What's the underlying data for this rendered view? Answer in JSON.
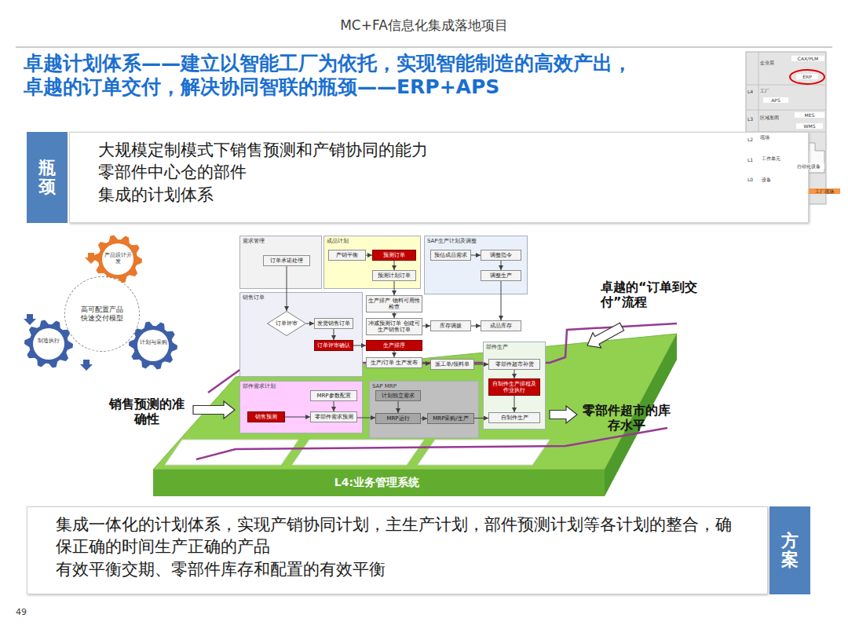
{
  "diagram": {
    "title": "卓越计划体系——建立以智能工厂为依托，实现智能制造的高效产出，卓越的订单交付，解决协同智联的瓶颈——ERP+APS",
    "nodes": [
      {
        "text": [
          "瓶颈"
        ]
      },
      {
        "text": [
          "大规模定制模式下销售预测和产销协同的能力",
          "零部件中心仓的部件",
          "集成的计划体系"
        ]
      },
      {
        "text": [
          "高可配置产品快速交付模型"
        ]
      },
      {
        "text": [
          "需求管理"
        ]
      },
      {
        "text": [
          "订单承诺处理"
        ],
        "in": 3
      },
      {
        "text": [
          "成品计划"
        ]
      },
      {
        "text": [
          "产销平衡"
        ],
        "in": 5
      },
      {
        "text": [
          "预测订单"
        ],
        "in": 5
      },
      {
        "text": [
          "预测计划订单"
        ],
        "in": 5
      },
      {
        "text": [
          "SAP生产计划及调整"
        ]
      },
      {
        "text": [
          "预估成品需求"
        ],
        "in": 9
      },
      {
        "text": [
          "调整指令"
        ],
        "in": 9
      },
      {
        "text": [
          "调整生产"
        ],
        "in": 9
      },
      {
        "text": [
          "销售订单"
        ]
      },
      {
        "text": [
          "订单评审"
        ],
        "in": 13
      },
      {
        "text": [
          "发货销售订单"
        ],
        "in": 13
      },
      {
        "text": [
          "订单评审确认"
        ],
        "in": 13
      },
      {
        "text": [
          "生产排产 物料可用性检查"
        ]
      },
      {
        "text": [
          "冲减预测订单 创建可生产销售订单"
        ]
      },
      {
        "text": [
          "库存调拨"
        ]
      },
      {
        "text": [
          "成品库存"
        ]
      },
      {
        "text": [
          "生产排序"
        ]
      },
      {
        "text": [
          "生产/订单 生产发布"
        ]
      },
      {
        "text": [
          "派工单/领料单"
        ]
      },
      {
        "text": [
          "部件生产"
        ]
      },
      {
        "text": [
          "零部件超市补货"
        ],
        "in": 24
      },
      {
        "text": [
          "自制件生产排程及作业执行"
        ],
        "in": 24
      },
      {
        "text": [
          "自制件生产"
        ],
        "in": 24
      },
      {
        "text": [
          "部件需求计划"
        ]
      },
      {
        "text": [
          "销售预测"
        ],
        "in": 28
      },
      {
        "text": [
          "MRP参数配置"
        ],
        "in": 28
      },
      {
        "text": [
          "零部件需求预测"
        ],
        "in": 28
      },
      {
        "text": [
          "SAP MRP"
        ]
      },
      {
        "text": [
          "计划独立需求"
        ],
        "in": 32
      },
      {
        "text": [
          "MRP运行"
        ],
        "in": 32
      },
      {
        "text": [
          "MRP采购/生产"
        ],
        "in": 32
      },
      {
        "text": [
          "集成一体化的计划体系，实现产销协同计划，主生产计划，部件预测计划等各计划的整合，确保正确的时间生产正确的产品",
          "有效平衡交期、零部件库存和配置的有效平衡"
        ]
      },
      {
        "text": [
          "方案"
        ]
      }
    ],
    "edges": [
      {
        "from": 4,
        "to": 14,
        "arrow": "to"
      },
      {
        "from": 6,
        "to": 7,
        "arrow": "to"
      },
      {
        "from": 7,
        "to": 8,
        "arrow": "to"
      },
      {
        "from": 8,
        "to": 17,
        "arrow": "to"
      },
      {
        "from": 14,
        "to": 15,
        "arrow": "to"
      },
      {
        "from": 15,
        "to": 16,
        "arrow": "to"
      },
      {
        "from": 16,
        "to": 21,
        "arrow": "to"
      },
      {
        "from": 17,
        "to": 18,
        "arrow": "to"
      },
      {
        "from": 18,
        "to": 19,
        "arrow": "to"
      },
      {
        "from": 19,
        "to": 20,
        "arrow": "to"
      },
      {
        "from": 10,
        "to": 11,
        "arrow": "to"
      },
      {
        "from": 11,
        "to": 12,
        "arrow": "to"
      },
      {
        "from": 12,
        "to": 20,
        "arrow": "to"
      },
      {
        "from": 21,
        "to": 22,
        "arrow": "to"
      },
      {
        "from": 22,
        "to": 23,
        "arrow": "to"
      },
      {
        "from": 23,
        "to": 25,
        "arrow": "to"
      },
      {
        "from": 25,
        "to": 26,
        "arrow": "to"
      },
      {
        "from": 26,
        "to": 27,
        "arrow": "to"
      },
      {
        "from": 29,
        "to": 31,
        "arrow": "to"
      },
      {
        "from": 30,
        "to": 31,
        "arrow": "to"
      },
      {
        "from": 31,
        "to": 34,
        "arrow": "to"
      },
      {
        "from": 33,
        "to": 34,
        "arrow": "to"
      },
      {
        "from": 34,
        "to": 35,
        "arrow": "to"
      },
      {
        "from": 35,
        "to": 27,
        "arrow": "to"
      }
    ],
    "labels": [
      "MC+FA信息化集成落地项目",
      "企业层",
      "CAX/PLM",
      "ERP",
      "L4",
      "工厂",
      "APS",
      "L3",
      "区域车间",
      "MES",
      "WMS",
      "L2",
      "现场",
      "L1",
      "工作单元",
      "自动化设备",
      "L0",
      "设备",
      "工厂现场",
      "产品设计开发",
      "制造执行",
      "计划与采购",
      "卓越的“订单到交付”流程",
      "销售预测的准确性",
      "零部件超市的库存水平",
      "L4:业务管理系统",
      "49"
    ]
  }
}
